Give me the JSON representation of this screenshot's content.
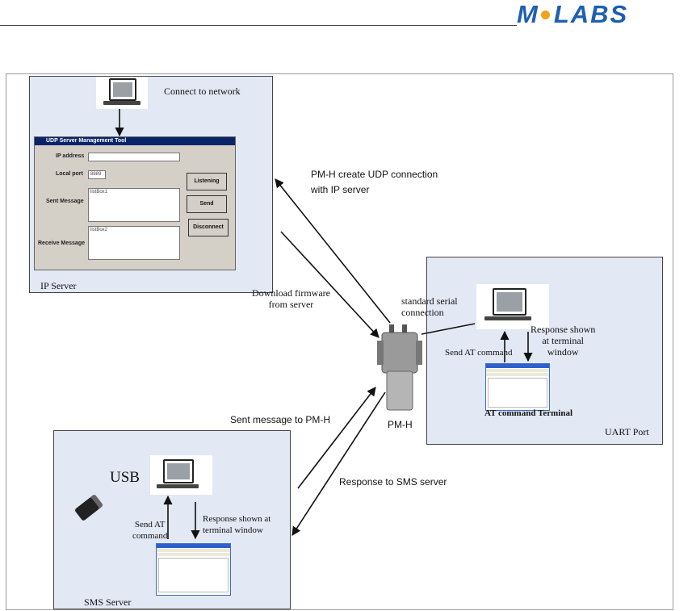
{
  "header": {
    "logo_left": "M",
    "logo_right": "LABS"
  },
  "ip_server": {
    "caption": "IP Server",
    "connect_label": "Connect to network",
    "udp_tool": {
      "title": "UDP Server Management Tool",
      "ip_label": "IP address",
      "port_label": "Local port",
      "port_value": "8889",
      "sent_label": "Sent Message",
      "sent_value": "listBox1",
      "receive_label": "Receive Message",
      "receive_value": "listBox2",
      "listening_button": "Listening",
      "send_button": "Send",
      "disconnect_button": "Disconnect"
    }
  },
  "center": {
    "udp_connection": "PM-H create UDP connection\nwith IP server",
    "download_firmware": "Download firmware\nfrom server",
    "sent_to_pmh": "Sent message to PM-H",
    "response_sms": "Response to SMS server",
    "device_label": "PM-H"
  },
  "uart_port": {
    "caption": "UART Port",
    "serial_label": "standard serial\nconnection",
    "send_at": "Send AT command",
    "response_shown": "Response shown\nat terminal\nwindow",
    "terminal_label": "AT command Terminal"
  },
  "sms_server": {
    "caption": "SMS Server",
    "usb_label": "USB",
    "send_at": "Send AT\ncommand",
    "response_shown": "Response shown at\nterminal window"
  },
  "colors": {
    "panel_bg": "#e2e8f4",
    "logo_blue": "#1f5fb0",
    "logo_orange": "#f2a21b",
    "window_title": "#0a246a"
  }
}
